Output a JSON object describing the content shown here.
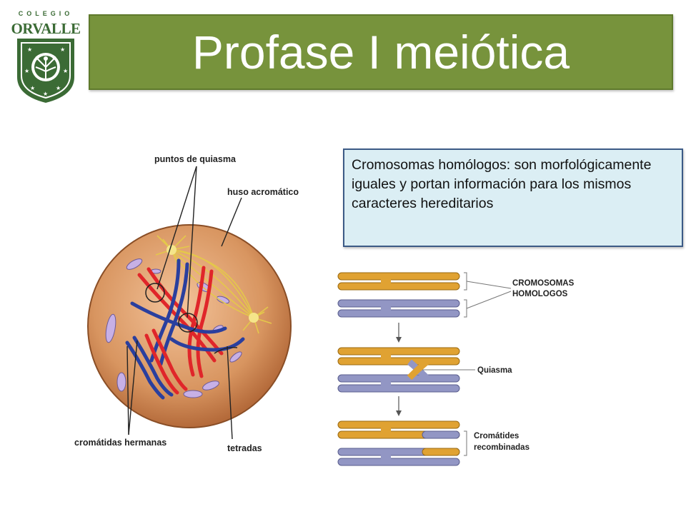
{
  "logo": {
    "top_text": "COLEGIO",
    "name": "ORVALLE"
  },
  "title": "Profase I meiótica",
  "info_box": {
    "text": "Cromosomas homólogos: son morfológicamente iguales y portan información para los mismos caracteres hereditarios"
  },
  "cell_diagram": {
    "labels": {
      "chiasma_points": "puntos de quiasma",
      "spindle": "huso acromático",
      "sister_chromatids": "cromátidas hermanas",
      "tetrads": "tetradas"
    }
  },
  "chromosome_diagram": {
    "labels": {
      "homologous": [
        "CROMOSOMAS",
        "HOMOLOGOS"
      ],
      "chiasma": "Quiasma",
      "recombined": [
        "Cromátides",
        "recombinadas"
      ]
    }
  },
  "colors": {
    "title_bg": "#77933c",
    "info_bg": "#dbeef4",
    "info_border": "#3c5a86",
    "chromosome_orange": "#e0a232",
    "chromosome_lavender": "#9296c4",
    "chromatid_red": "#e0262a",
    "chromatid_blue": "#2a3f9e"
  }
}
